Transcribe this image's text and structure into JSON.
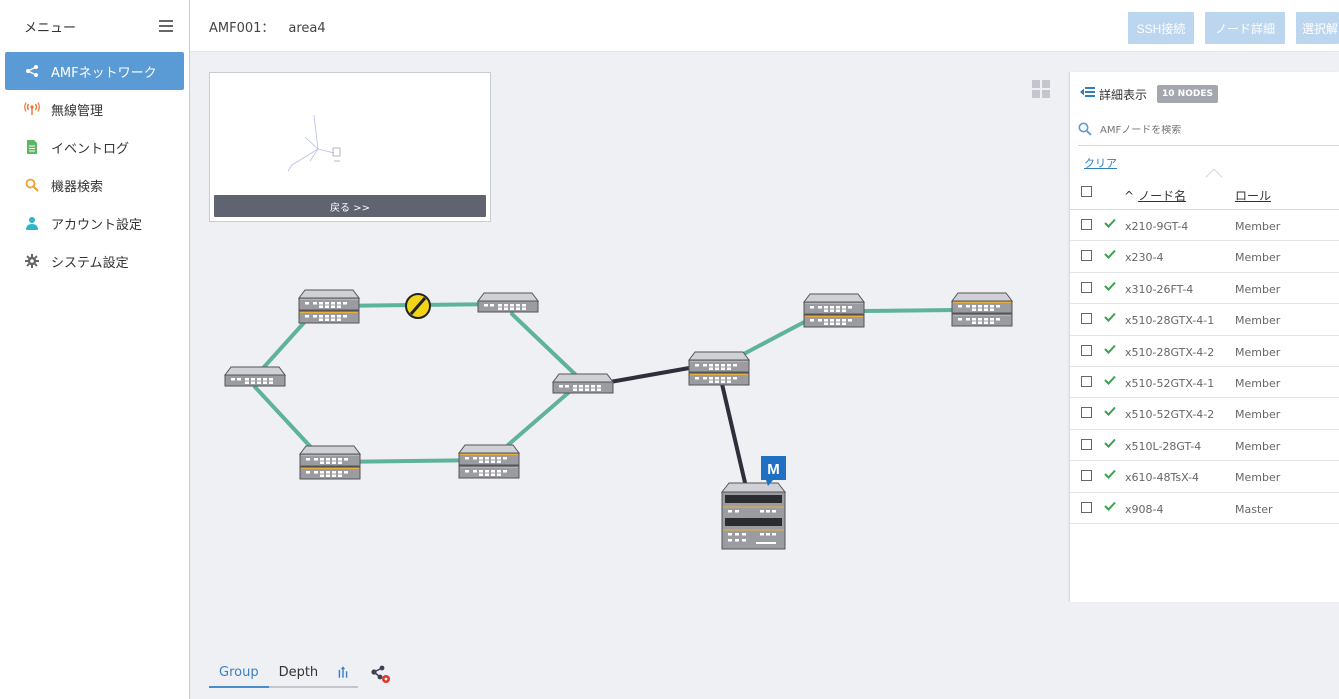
{
  "sidebar": {
    "title": "メニュー",
    "items": [
      {
        "label": "AMFネットワーク",
        "icon": "share-icon",
        "active": true
      },
      {
        "label": "無線管理",
        "icon": "wireless-icon"
      },
      {
        "label": "イベントログ",
        "icon": "document-icon"
      },
      {
        "label": "機器検索",
        "icon": "search-icon"
      },
      {
        "label": "アカウント設定",
        "icon": "user-icon"
      },
      {
        "label": "システム設定",
        "icon": "gear-icon"
      }
    ]
  },
  "header": {
    "area_label": "AMF001：",
    "area_name": "area4",
    "buttons": {
      "ssh": "SSH接続",
      "node_detail": "ノード詳細",
      "selection": "選択解"
    }
  },
  "minimap": {
    "back_label": "戻る >>"
  },
  "bottom_tabs": {
    "group": "Group",
    "depth": "Depth"
  },
  "panel": {
    "title": "詳細表示",
    "count_badge": "10 NODES",
    "search_placeholder": "AMFノードを検索",
    "clear_label": "クリア",
    "col_name": "ノード名",
    "col_role": "ロール",
    "sort_indicator": "^",
    "nodes": [
      {
        "name": "x210-9GT-4",
        "role": "Member"
      },
      {
        "name": "x230-4",
        "role": "Member"
      },
      {
        "name": "x310-26FT-4",
        "role": "Member"
      },
      {
        "name": "x510-28GTX-4-1",
        "role": "Member"
      },
      {
        "name": "x510-28GTX-4-2",
        "role": "Member"
      },
      {
        "name": "x510-52GTX-4-1",
        "role": "Member"
      },
      {
        "name": "x510-52GTX-4-2",
        "role": "Member"
      },
      {
        "name": "x510L-28GT-4",
        "role": "Member"
      },
      {
        "name": "x610-48TsX-4",
        "role": "Member"
      },
      {
        "name": "x908-4",
        "role": "Master"
      }
    ]
  },
  "topology": {
    "master_badge": "M",
    "colors": {
      "link_ok": "#5fb39a",
      "link_trunk": "#2e2f3a",
      "blocked": "#f2d516",
      "accent": "#5b9bd5"
    }
  }
}
